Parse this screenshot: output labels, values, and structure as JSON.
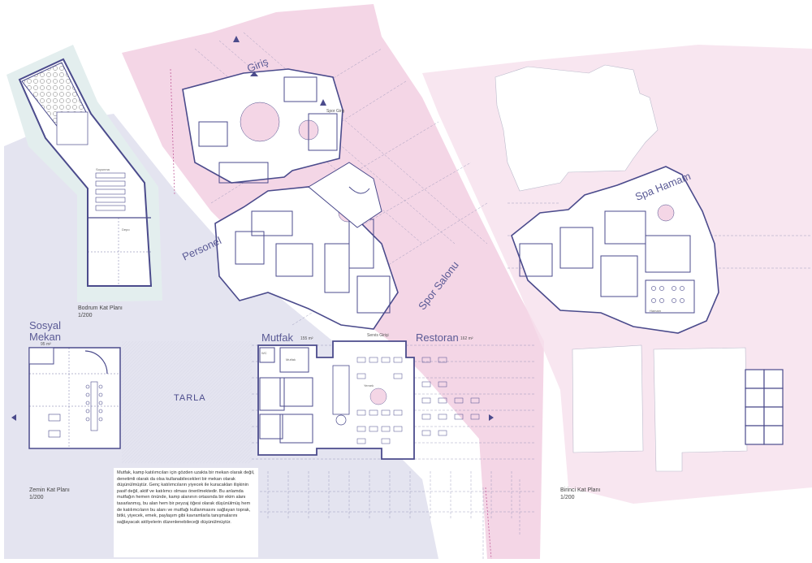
{
  "colors": {
    "pink_zone": "#f4d6e6",
    "lavender_zone": "#e4e4f0",
    "mint_zone": "#e3eeee",
    "wall": "#4b4b8c",
    "grid_line": "#8a8ab0",
    "dash_pink": "#c25f9b"
  },
  "labels": {
    "giris": "Giriş",
    "personel": "Personel",
    "spor_salonu": "Spor Salonu",
    "mutfak": "Mutfak",
    "restoran": "Restoran",
    "sosyal_mekan": "Sosyal Mekan",
    "tarla": "TARLA",
    "spa_hamam": "Spa Hamam",
    "servis_girisi": "Servis Girişi",
    "spor_giris": "Spor Giriş"
  },
  "plans": {
    "bodrum": {
      "title": "Bodrum Kat Planı",
      "scale": "1/200"
    },
    "zemin": {
      "title": "Zemin Kat Planı",
      "scale": "1/200"
    },
    "birinci": {
      "title": "Birinci Kat Planı",
      "scale": "1/200"
    }
  },
  "rooms": {
    "depo": "Depo",
    "mutfak_area": "Mutfak",
    "yemek": "Yemek",
    "wc": "WC",
    "soyunma": "Soyunma",
    "hamam": "Hamam"
  },
  "description": "Mutfak, kamp katılımcıları için gözden uzakta bir mekan olarak değil, denetimli olarak da olsa kullanabilecekleri bir mekan olarak düşünülmüştür. Genç katılımcıların yiyecek ile kuracakları ilişkinin pasif değil, aktif ve katılımcı olması önerilmektedir. Bu anlamda mutfağın hemen önünde, kamp alanının ortasında bir ekim alanı tasarlanmış, bu alan hem bir peyzaj öğesi olarak düşünülmüş hem de katılımcıların bu alanı ve mutfağı kullanmasını sağlayan toprak, bitki, yiyecek, emek, paylaşım gibi kavramlarla tanışmalarını sağlayacak atölyelerin düzenlenebileceği düşünülmüştür.",
  "areas": {
    "mutfak_area": "155 m²",
    "restoran_area": "162 m²",
    "sosyal_area": "95 m²"
  }
}
